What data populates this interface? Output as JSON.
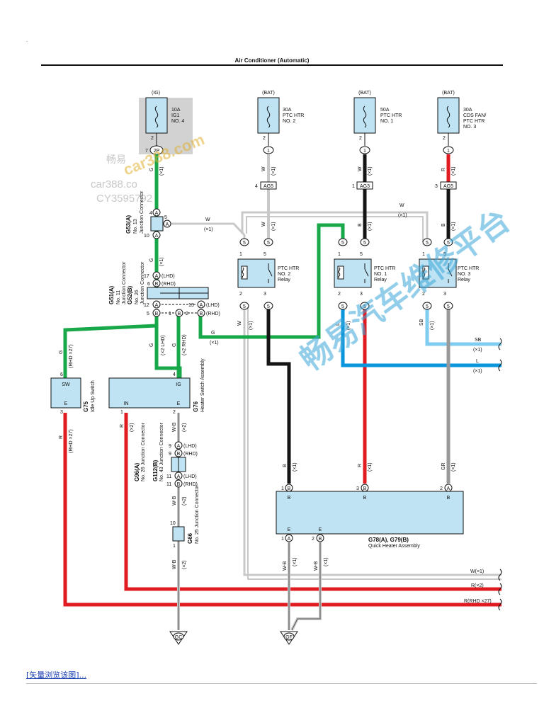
{
  "page": {
    "title": "Air Conditioner (Automatic)",
    "stray_mark": ".",
    "footer_link": "[矢量浏览该图]..."
  },
  "watermarks": {
    "cn_small": "畅易",
    "site": "car388.com",
    "site_partial": "car388.co",
    "phone": "CY3595792",
    "platform": "畅易汽车维修平台"
  },
  "fuses": {
    "ig": {
      "group": "(IG)",
      "rating": "10A",
      "name1": "IG1",
      "name2": "NO. 4",
      "pin": "2",
      "connector": "2P",
      "pin_q": "7"
    },
    "htr2": {
      "group": "(BAT)",
      "rating": "30A",
      "name1": "PTC HTR",
      "name2": "NO. 2",
      "pin": "2",
      "terminal": "1"
    },
    "htr1": {
      "group": "(BAT)",
      "rating": "50A",
      "name1": "PTC HTR",
      "name2": "NO. 1",
      "pin": "2",
      "terminal": "1"
    },
    "htr3": {
      "group": "(BAT)",
      "rating": "30A",
      "name1": "CDS FAN/",
      "name2": "PTC HTR",
      "name3": "NO. 3",
      "pin": "2",
      "terminal": "1"
    }
  },
  "ag_connectors": {
    "ag5a": {
      "label": "AG5",
      "pin": "4"
    },
    "ag3": {
      "label": "AG3",
      "pin": "1"
    },
    "ag5b": {
      "label": "AG5",
      "pin": "3"
    }
  },
  "relays": {
    "r2": {
      "label1": "PTC HTR",
      "label2": "NO. 2",
      "label3": "Relay"
    },
    "r1": {
      "label1": "PTC HTR",
      "label2": "NO. 1",
      "label3": "Relay"
    },
    "r3": {
      "label1": "PTC HTR",
      "label2": "NO. 3",
      "label3": "Relay"
    },
    "pin5": "5",
    "pin1": "1",
    "pin2": "2",
    "pin3": "3"
  },
  "g53": {
    "code": "G53(A)",
    "desc": "Junction Connector",
    "no": "No. 13",
    "pin4": "4",
    "pin5": "5",
    "pin10": "10",
    "letter": "A"
  },
  "g51": {
    "code_a": "G51(A)",
    "desc_a": "No. 11",
    "desc_a2": "Junction Connector",
    "code_b": "G52(B)",
    "desc_b": "No. 26",
    "desc_b2": "Junction Connector",
    "pin17": "17",
    "pin6": "6",
    "pin12": "12",
    "pin5": "5",
    "pin13": "13",
    "pin1": "1",
    "pin2": "2",
    "lhd": "(LHD)",
    "rhd": "(RHD)",
    "a": "A",
    "b": "B"
  },
  "g75": {
    "code": "G75",
    "name": "Idle Up Switch",
    "sw": "SW",
    "e": "E",
    "pin6": "6",
    "pin3": "3"
  },
  "g76": {
    "code": "G76",
    "name": "Heater Switch Assembly",
    "ig": "IG",
    "in": "IN",
    "e": "E",
    "pin4": "4",
    "pin1": "1",
    "pin2": "2"
  },
  "g96": {
    "code_a": "G96(A)",
    "desc_a": "No. 26 Junction Connector",
    "code_b": "G112(B)",
    "desc_b": "No. 43 Junction Connector",
    "pin9a": "9",
    "pin9b": "9",
    "pin11a": "11",
    "pin11b": "11",
    "lhd": "(LHD)",
    "rhd": "(RHD)",
    "a": "A",
    "b": "B"
  },
  "g66": {
    "code": "G66",
    "desc": "No. 25 Junction Connector",
    "pin10": "10",
    "pin1": "1"
  },
  "quick_heater": {
    "code": "G78(A), G79(B)",
    "name": "Quick Heater Assembly",
    "b": "B",
    "e": "E",
    "a": "A",
    "pin1b": "1",
    "pin3b": "3",
    "pin2a": "2",
    "pin1a": "1",
    "pin2b": "2"
  },
  "grounds": {
    "gc": "GC",
    "gf": "GF"
  },
  "wire_labels": {
    "g": "G",
    "w": "W",
    "r": "R",
    "b": "B",
    "l": "L",
    "sb": "SB",
    "gr": "GR",
    "wb": "W-B",
    "x1": "(×1)",
    "x2": "(×2)",
    "rhd27": "(RHD ×27)",
    "lhd2": "(×2 LHD)",
    "rhd2": "(×2 RHD)",
    "w_x1": "W(×1)",
    "r_x2": "R(×2)",
    "r_rhd27": "R(RHD ×27)"
  },
  "colors": {
    "green": "#18a84a",
    "red": "#e01b22",
    "black": "#151515",
    "blue": "#0a95dd",
    "skyblue": "#7ecdf0",
    "gray": "#999999",
    "white_wire": "#c8c8c8",
    "box_fill": "#bfe3f3",
    "ig_shade": "#d2d2d2",
    "watermark_gold": "#e0b030",
    "watermark_blue": "#3aa6d8"
  }
}
